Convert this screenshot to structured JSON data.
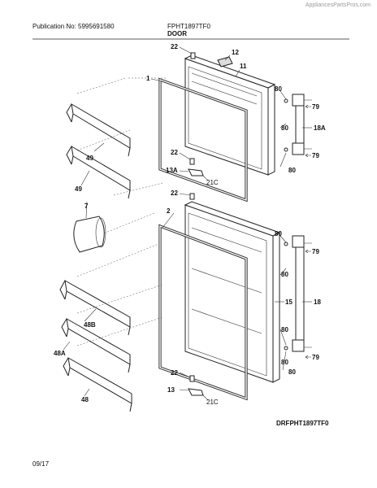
{
  "header": {
    "watermark": "AppliancesPartsPros.com",
    "publication": "Publication No: 5995691580",
    "model": "FPHT1897TF0",
    "section": "DOOR"
  },
  "footer": {
    "diagram_id": "DRFPHT1897TF0",
    "date": "09/17"
  },
  "callouts": {
    "c1": "1",
    "c2": "2",
    "c7": "7",
    "c11": "11",
    "c12": "12",
    "c13": "13",
    "c13a": "13A",
    "c15": "15",
    "c18": "18",
    "c18a": "18A",
    "c21c_top": "21C",
    "c21c_bot": "21C",
    "c22_a": "22",
    "c22_b": "22",
    "c22_c": "22",
    "c22_d": "22",
    "c48": "48",
    "c48a": "48A",
    "c48b": "48B",
    "c49_a": "49",
    "c49_b": "49",
    "c79_a": "79",
    "c79_b": "79",
    "c79_c": "79",
    "c79_d": "79",
    "c80_a": "80",
    "c80_b": "80",
    "c80_c": "80",
    "c80_d": "80",
    "c80_e": "80",
    "c80_f": "80",
    "c80_g": "80",
    "c80_h": "80"
  }
}
